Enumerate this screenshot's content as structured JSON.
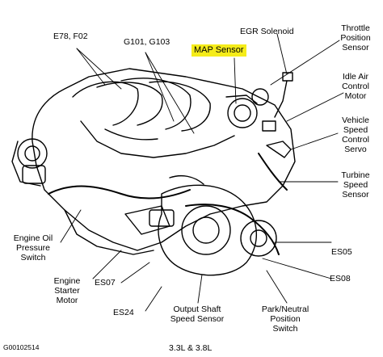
{
  "labels": {
    "egr_solenoid": "EGR Solenoid",
    "throttle_position_sensor": "Throttle\nPosition\nSensor",
    "e78_f02": "E78, F02",
    "g101_g103": "G101, G103",
    "map_sensor": "MAP Sensor",
    "idle_air_control_motor": "Idle Air\nControl\nMotor",
    "vehicle_speed_control_servo": "Vehicle\nSpeed\nControl\nServo",
    "turbine_speed_sensor": "Turbine\nSpeed\nSensor",
    "engine_oil_pressure_switch": "Engine Oil\nPressure\nSwitch",
    "es05": "ES05",
    "es08": "ES08",
    "engine_starter_motor": "Engine\nStarter\nMotor",
    "es07": "ES07",
    "es24": "ES24",
    "output_shaft_speed_sensor": "Output Shaft\nSpeed Sensor",
    "park_neutral_position_switch": "Park/Neutral\nPosition\nSwitch"
  },
  "footer": {
    "figure_id": "G00102514",
    "engine_caption": "3.3L & 3.8L"
  },
  "colors": {
    "highlight": "#f5ec1a",
    "ink": "#000000"
  }
}
